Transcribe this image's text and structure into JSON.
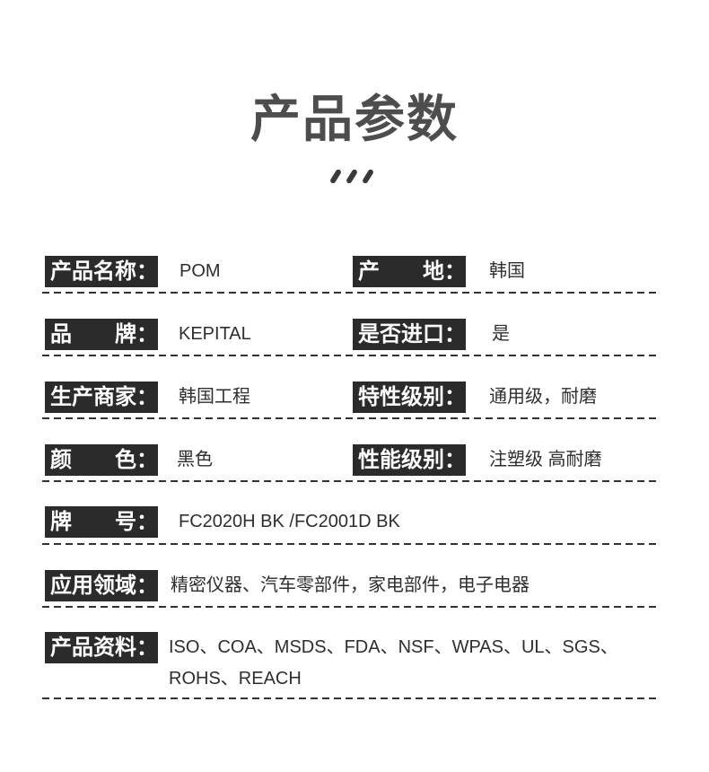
{
  "header": {
    "title": "产品参数",
    "decoration_icon": "triple-slash-icon"
  },
  "params": {
    "row1": {
      "left": {
        "label": "产品名称：",
        "value": "POM"
      },
      "right": {
        "label": "产　　地：",
        "value": "韩国"
      }
    },
    "row2": {
      "left": {
        "label": "品　　牌：",
        "value": "KEPITAL"
      },
      "right": {
        "label": "是否进口：",
        "value": "是"
      }
    },
    "row3": {
      "left": {
        "label": "生产商家：",
        "value": "韩国工程"
      },
      "right": {
        "label": "特性级别：",
        "value": "通用级，耐磨"
      }
    },
    "row4": {
      "left": {
        "label": "颜　　色：",
        "value": "黑色"
      },
      "right": {
        "label": "性能级别：",
        "value": "注塑级 高耐磨"
      }
    },
    "row5": {
      "left": {
        "label": "牌　　号：",
        "value": "FC2020H BK /FC2001D BK"
      }
    },
    "row6": {
      "left": {
        "label": "应用领域：",
        "value": "精密仪器、汽车零部件，家电部件，电子电器"
      }
    },
    "row7": {
      "left": {
        "label": "产品资料：",
        "value": "ISO、COA、MSDS、FDA、NSF、WPAS、UL、SGS、ROHS、REACH"
      }
    }
  },
  "colors": {
    "label_bg": "#2b2b2b",
    "label_text": "#ffffff",
    "title": "#4d4d4d",
    "value_text": "#2e2e2e",
    "divider": "#333333"
  }
}
